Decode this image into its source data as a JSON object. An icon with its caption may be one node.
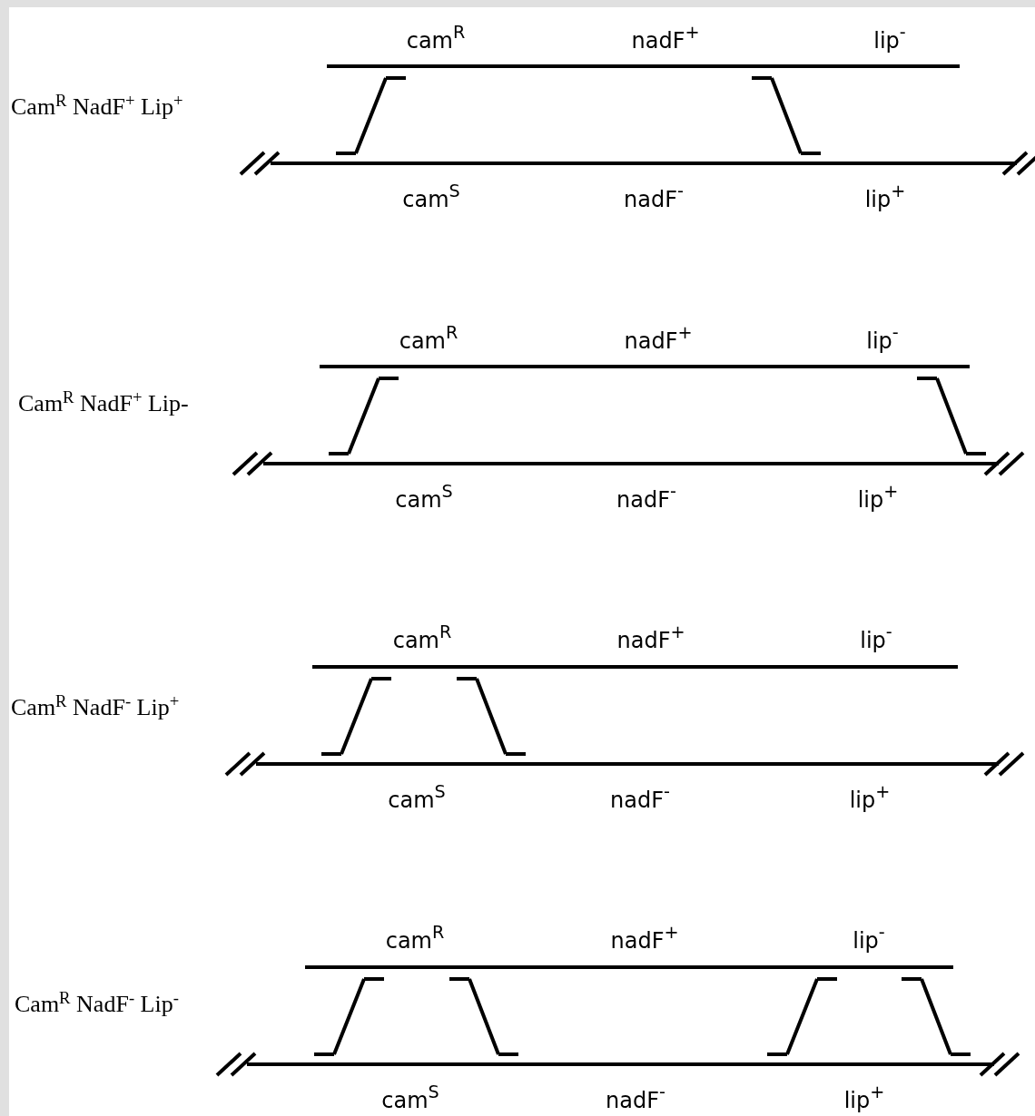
{
  "diagram": {
    "labels": [
      "Cam$^{R}$ NadF$^{+}$ Lip$^{+}$",
      "cam$^{R}$",
      "nadF$^{+}$",
      "lip$^{-}$",
      "cam$^{S}$",
      "nadF$^{-}$",
      "lip$^{+}$",
      "Cam$^{R}$ NadF$^{+}$ Lip-",
      "cam$^{R}$",
      "nadF$^{+}$",
      "lip$^{-}$",
      "cam$^{S}$",
      "nadF$^{-}$",
      "lip$^{+}$",
      "Cam$^{R}$ NadF$^{-}$ Lip$^{+}$",
      "cam$^{R}$",
      "nadF$^{+}$",
      "lip$^{-}$",
      "cam$^{S}$",
      "nadF$^{-}$",
      "lip$^{+}$",
      "Cam$^{R}$ NadF$^{-}$ Lip$^{-}$",
      "cam$^{R}$",
      "nadF$^{+}$",
      "lip$^{-}$",
      "cam$^{S}$",
      "nadF$^{-}$",
      "lip$^{+}$"
    ]
  }
}
